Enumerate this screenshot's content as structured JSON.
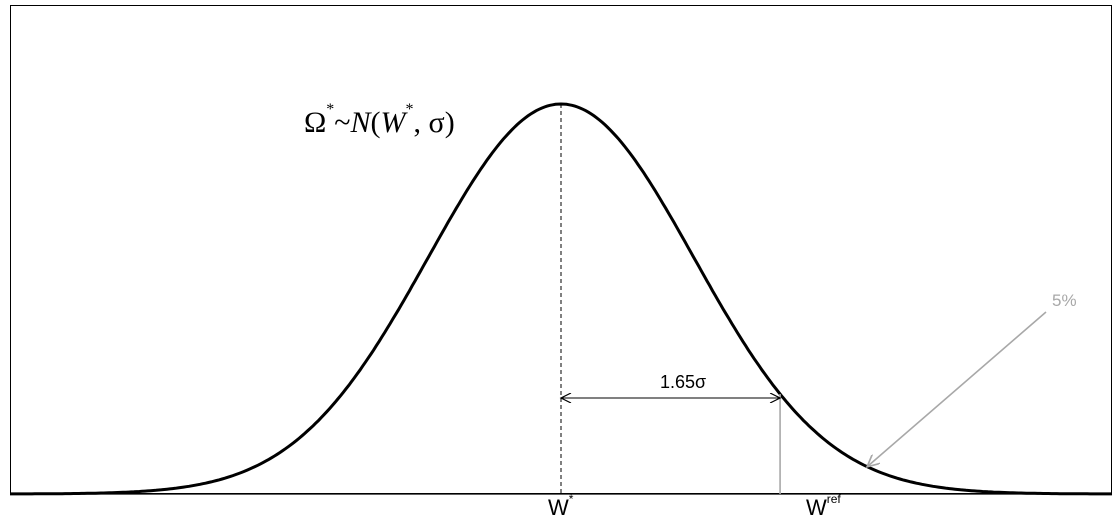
{
  "labels": {
    "omega": "Ω",
    "star": "*",
    "tilde": "~",
    "n": "N",
    "paren_open": "(",
    "w_italic": "W",
    "comma_sigma": ", σ)",
    "distance": "1.65σ",
    "tail_percent": "5%",
    "w_star_base": "W",
    "w_star_sup": "*",
    "w_ref_base": "W",
    "w_ref_sup": "ref"
  },
  "colors": {
    "curve": "#000000",
    "axis": "#000000",
    "guide": "#000000",
    "ref_line": "#a8a8a8",
    "arrow_5pct": "#a8a8a8"
  },
  "distribution": {
    "mean": 0,
    "sigma": 1,
    "x_range": [
      -4.15,
      4.15
    ],
    "ref_offset_sigma": 1.65,
    "tail_area_percent": 5
  }
}
